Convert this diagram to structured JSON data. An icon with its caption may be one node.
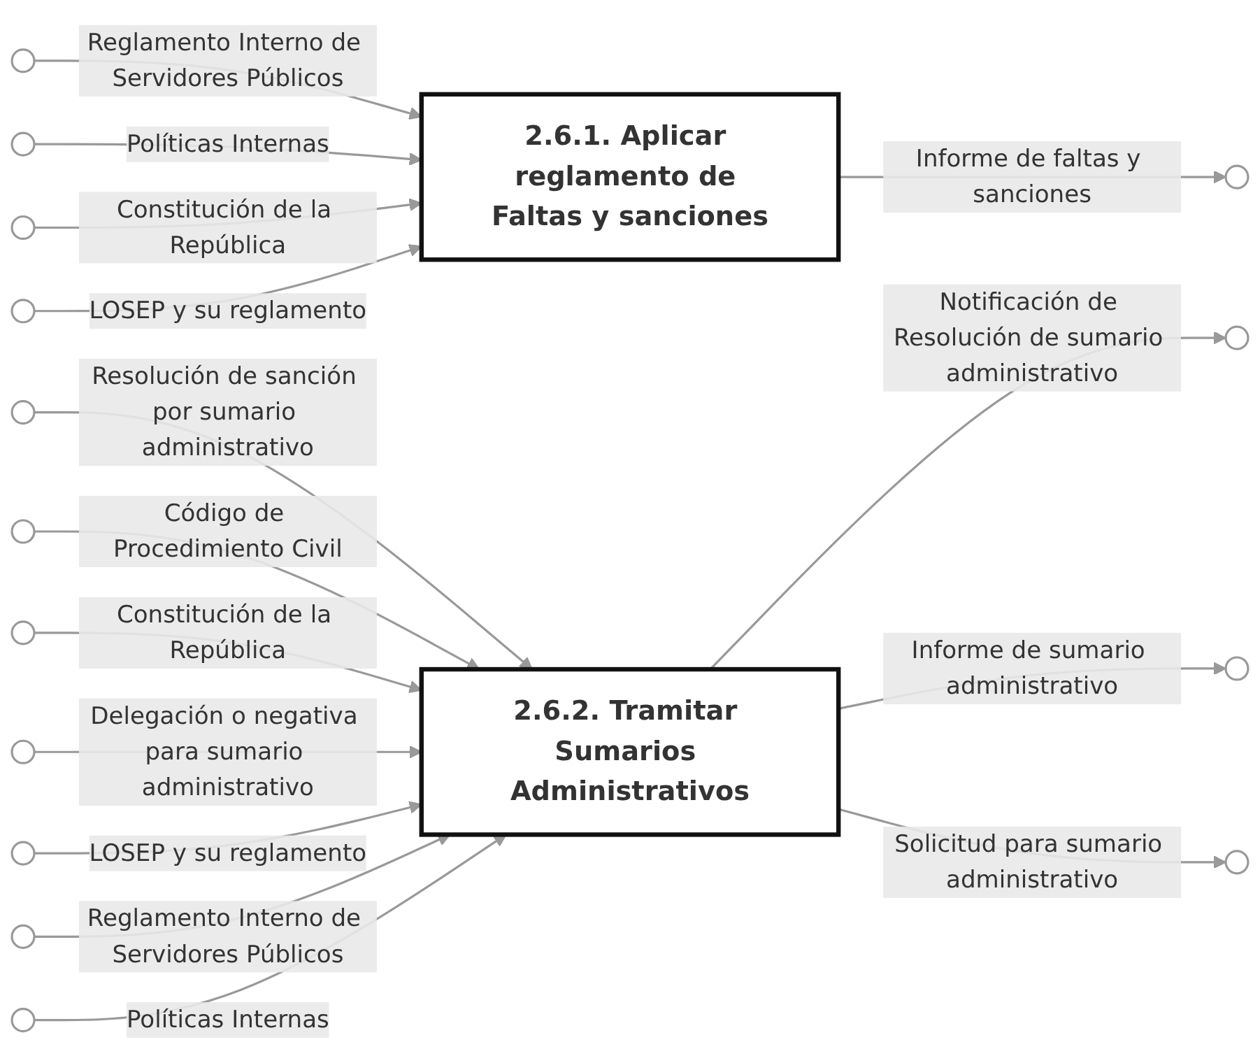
{
  "diagram": {
    "nodes": [
      {
        "text": [],
        "shape": "circle"
      },
      {
        "text": [],
        "shape": "circle"
      },
      {
        "text": [],
        "shape": "circle"
      },
      {
        "text": [],
        "shape": "circle"
      },
      {
        "text": [
          "2.6.1. Aplicar reglamento de Faltas y sanciones"
        ]
      },
      {
        "text": [],
        "shape": "circle"
      },
      {
        "text": [],
        "shape": "circle"
      },
      {
        "text": [],
        "shape": "circle"
      },
      {
        "text": [],
        "shape": "circle"
      },
      {
        "text": [],
        "shape": "circle"
      },
      {
        "text": [],
        "shape": "circle"
      },
      {
        "text": [],
        "shape": "circle"
      },
      {
        "text": [],
        "shape": "circle"
      },
      {
        "text": [
          "2.6.2. Tramitar Sumarios Administrativos"
        ]
      },
      {
        "text": [],
        "shape": "circle"
      },
      {
        "text": [],
        "shape": "circle"
      },
      {
        "text": [],
        "shape": "circle"
      }
    ],
    "edges": [
      {
        "from": 0,
        "to": 4,
        "arrow": "to",
        "label": "Reglamento Interno de Servidores Públicos"
      },
      {
        "from": 1,
        "to": 4,
        "arrow": "to",
        "label": "Políticas Internas"
      },
      {
        "from": 2,
        "to": 4,
        "arrow": "to",
        "label": "Constitución de la República"
      },
      {
        "from": 3,
        "to": 4,
        "arrow": "to",
        "label": "LOSEP y su reglamento"
      },
      {
        "from": 4,
        "to": 5,
        "arrow": "to",
        "label": "Informe de faltas y sanciones"
      },
      {
        "from": 6,
        "to": 13,
        "arrow": "to",
        "label": "Resolución de sanción por sumario administrativo"
      },
      {
        "from": 7,
        "to": 13,
        "arrow": "to",
        "label": "Código de Procedimiento Civil"
      },
      {
        "from": 8,
        "to": 13,
        "arrow": "to",
        "label": "Constitución de la República"
      },
      {
        "from": 9,
        "to": 13,
        "arrow": "to",
        "label": "Delegación o negativa para sumario administrativo"
      },
      {
        "from": 10,
        "to": 13,
        "arrow": "to",
        "label": "LOSEP y su reglamento"
      },
      {
        "from": 11,
        "to": 13,
        "arrow": "to",
        "label": "Reglamento Interno de Servidores Públicos"
      },
      {
        "from": 12,
        "to": 13,
        "arrow": "to",
        "label": "Políticas Internas"
      },
      {
        "from": 13,
        "to": 14,
        "arrow": "to",
        "label": "Notificación de Resolución de sumario administrativo"
      },
      {
        "from": 13,
        "to": 15,
        "arrow": "to",
        "label": "Informe de sumario administrativo"
      },
      {
        "from": 13,
        "to": 16,
        "arrow": "to",
        "label": "Solicitud para sumario administrativo"
      }
    ]
  }
}
